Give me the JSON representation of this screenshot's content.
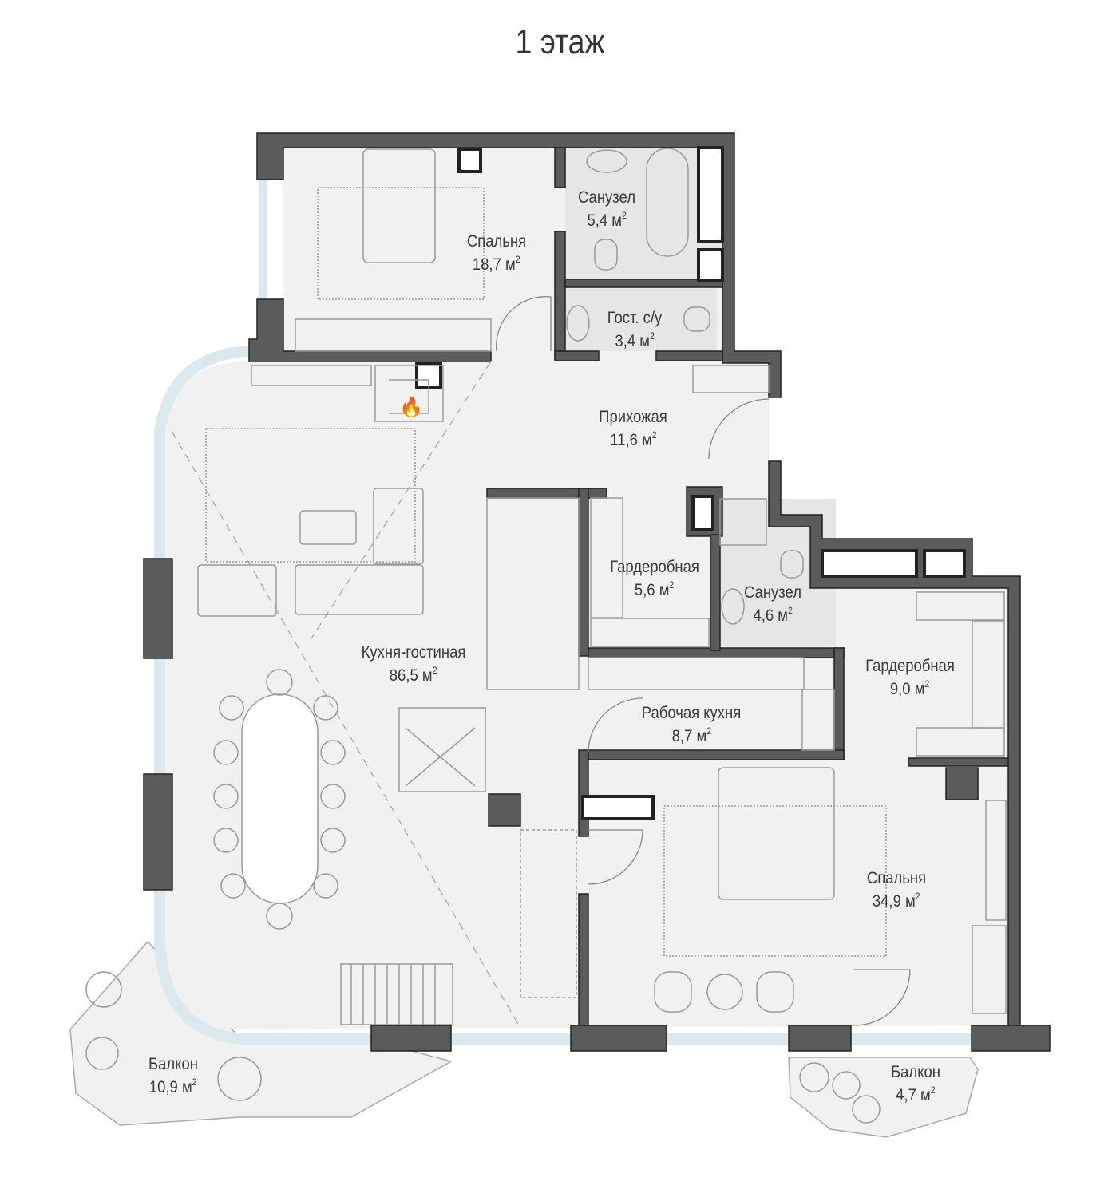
{
  "title": "1 этаж",
  "unit": "м",
  "unit_power": "2",
  "colors": {
    "wall": "#5b5b5b",
    "floor": "#f1f1f1",
    "tile": "#e4e4e4",
    "glass": "#dbe8ee",
    "line": "#9a9a9a"
  },
  "rooms": [
    {
      "name": "Спальня",
      "area": "18,7"
    },
    {
      "name": "Санузел",
      "area": "5,4"
    },
    {
      "name": "Гост. с/у",
      "area": "3,4"
    },
    {
      "name": "Прихожая",
      "area": "11,6"
    },
    {
      "name": "Гардеробная",
      "area": "5,6"
    },
    {
      "name": "Санузел",
      "area": "4,6"
    },
    {
      "name": "Кухня-гостиная",
      "area": "86,5"
    },
    {
      "name": "Гардеробная",
      "area": "9,0"
    },
    {
      "name": "Рабочая кухня",
      "area": "8,7"
    },
    {
      "name": "Спальня",
      "area": "34,9"
    },
    {
      "name": "Балкон",
      "area": "10,9"
    },
    {
      "name": "Балкон",
      "area": "4,7"
    }
  ]
}
